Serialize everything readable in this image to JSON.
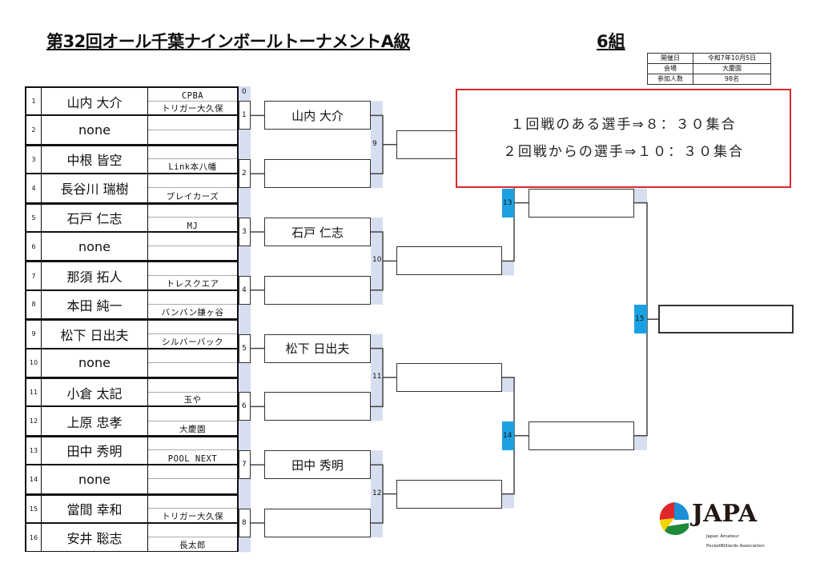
{
  "header": {
    "title": "第32回オール千葉ナインボールトーナメントA級",
    "group": "6組"
  },
  "info": [
    {
      "label": "開催日",
      "value": "令和7年10月5日"
    },
    {
      "label": "会場",
      "value": "大慶園"
    },
    {
      "label": "参加人数",
      "value": "98名"
    }
  ],
  "players": [
    {
      "no": "1",
      "name": "山内 大介",
      "club_top": "CPBA",
      "club_bottom": "トリガー大久保"
    },
    {
      "no": "2",
      "name": "none",
      "club_top": "",
      "club_bottom": ""
    },
    {
      "no": "3",
      "name": "中根 皆空",
      "club_top": "",
      "club_bottom": "Link本八幡"
    },
    {
      "no": "4",
      "name": "長谷川 瑞樹",
      "club_top": "",
      "club_bottom": "ブレイカーズ"
    },
    {
      "no": "5",
      "name": "石戸 仁志",
      "club_top": "",
      "club_bottom": "MJ"
    },
    {
      "no": "6",
      "name": "none",
      "club_top": "",
      "club_bottom": ""
    },
    {
      "no": "7",
      "name": "那須 拓人",
      "club_top": "",
      "club_bottom": "トレスクエア"
    },
    {
      "no": "8",
      "name": "本田 純一",
      "club_top": "",
      "club_bottom": "バンバン鎌ヶ谷"
    },
    {
      "no": "9",
      "name": "松下 日出夫",
      "club_top": "",
      "club_bottom": "シルバーバック"
    },
    {
      "no": "10",
      "name": "none",
      "club_top": "",
      "club_bottom": ""
    },
    {
      "no": "11",
      "name": "小倉 太記",
      "club_top": "",
      "club_bottom": "玉や"
    },
    {
      "no": "12",
      "name": "上原 忠孝",
      "club_top": "",
      "club_bottom": "大慶園"
    },
    {
      "no": "13",
      "name": "田中 秀明",
      "club_top": "",
      "club_bottom": "POOL NEXT"
    },
    {
      "no": "14",
      "name": "none",
      "club_top": "",
      "club_bottom": ""
    },
    {
      "no": "15",
      "name": "當間 幸和",
      "club_top": "",
      "club_bottom": "トリガー大久保"
    },
    {
      "no": "16",
      "name": "安井 聡志",
      "club_top": "",
      "club_bottom": "長太郎"
    }
  ],
  "table_zero": "0",
  "round1": [
    {
      "match": "1",
      "winner": "山内 大介"
    },
    {
      "match": "2",
      "winner": ""
    },
    {
      "match": "3",
      "winner": "石戸 仁志"
    },
    {
      "match": "4",
      "winner": ""
    },
    {
      "match": "5",
      "winner": "松下 日出夫"
    },
    {
      "match": "6",
      "winner": ""
    },
    {
      "match": "7",
      "winner": "田中 秀明"
    },
    {
      "match": "8",
      "winner": ""
    }
  ],
  "round2": [
    {
      "match": "9",
      "winner": ""
    },
    {
      "match": "10",
      "winner": ""
    },
    {
      "match": "11",
      "winner": ""
    },
    {
      "match": "12",
      "winner": ""
    }
  ],
  "round3": [
    {
      "match": "13",
      "winner": ""
    },
    {
      "match": "14",
      "winner": ""
    }
  ],
  "final": {
    "match": "15",
    "winner": ""
  },
  "notice": {
    "line1": "１回戦のある選手⇒８：３０集合",
    "line2": "２回戦からの選手⇒１０：３０集合"
  },
  "logo": {
    "text": "JAPA",
    "sub1": "Japan Amateur",
    "sub2": "PocketBilliards Association"
  },
  "colors": {
    "accent_blue": "#1ba1e2",
    "strip_blue": "#d6deef",
    "notice_red": "#e0262b"
  }
}
